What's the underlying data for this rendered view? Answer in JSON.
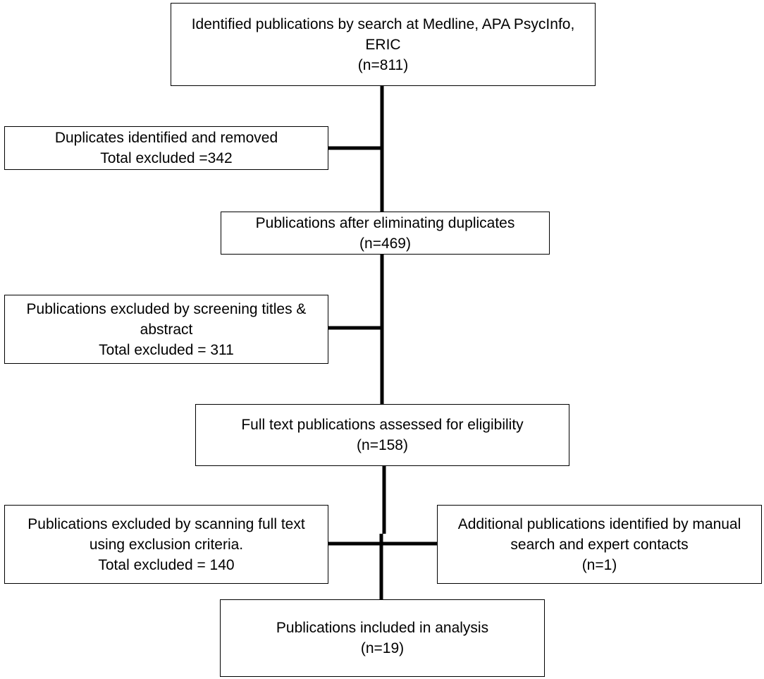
{
  "flow": {
    "identified": {
      "line1": "Identified publications by search at Medline, APA PsycInfo,",
      "line2": "ERIC",
      "count": "(n=811)"
    },
    "duplicates_removed": {
      "line1": "Duplicates identified and removed",
      "line2": "Total excluded =342"
    },
    "after_duplicates": {
      "line1": "Publications after eliminating duplicates",
      "count": "(n=469)"
    },
    "excluded_screening": {
      "line1": "Publications excluded by screening titles &",
      "line2": "abstract",
      "line3": "Total excluded = 311"
    },
    "full_text_assessed": {
      "line1": "Full text publications assessed for eligibility",
      "count": "(n=158)"
    },
    "excluded_full_text": {
      "line1": "Publications excluded by scanning full text",
      "line2": "using exclusion criteria.",
      "line3": "Total excluded = 140"
    },
    "additional_identified": {
      "line1": "Additional publications identified by manual",
      "line2": "search and expert contacts",
      "count": "(n=1)"
    },
    "included": {
      "line1": "Publications included in analysis",
      "count": "(n=19)"
    }
  },
  "colors": {
    "stroke": "#000000",
    "background": "#ffffff",
    "text": "#000000"
  }
}
